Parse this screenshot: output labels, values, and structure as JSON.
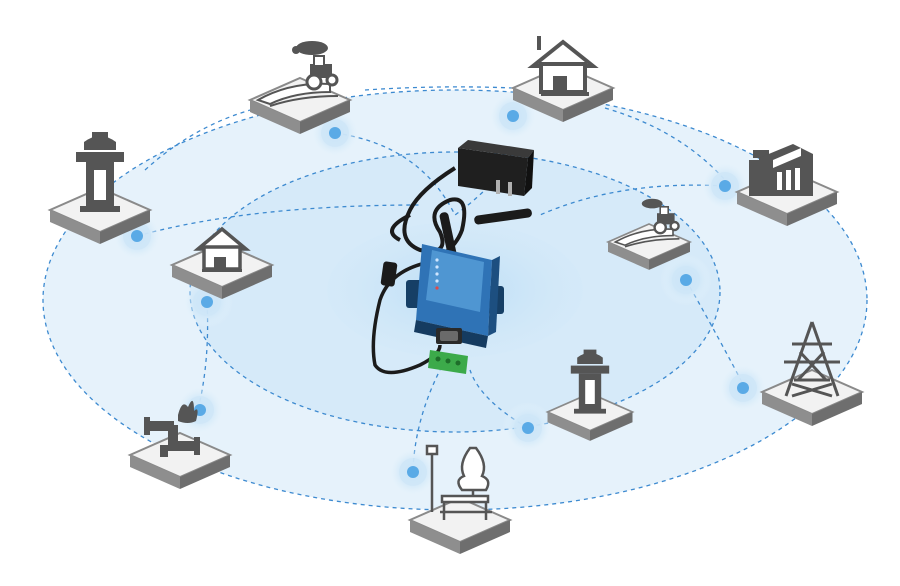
{
  "colors": {
    "background": "#ffffff",
    "halo_outer": "#e3f1fb",
    "halo_mid": "#cfe7f8",
    "halo_inner": "#b8dcf5",
    "link_line": "#3d8ad0",
    "node_dot": "#64b2ea",
    "icon_gray": "#555555",
    "tile_top": "#f1f1f1",
    "tile_side": "#7a7a7a",
    "device_body": "#1c5d9c",
    "device_face": "#3e86c8",
    "terminal_green": "#3caa4a",
    "adapter_black": "#1b1b1b"
  },
  "device": {
    "panel_text": "",
    "brand_text": ""
  },
  "nodes": [
    {
      "name": "farm-tractor-top",
      "icon": "tractor-field-icon"
    },
    {
      "name": "house-top",
      "icon": "house-icon"
    },
    {
      "name": "hydrant-left",
      "icon": "fire-hydrant-icon"
    },
    {
      "name": "house-left",
      "icon": "house-icon"
    },
    {
      "name": "factory-right",
      "icon": "factory-icon"
    },
    {
      "name": "farm-tractor-right",
      "icon": "tractor-field-icon"
    },
    {
      "name": "hydrant-center",
      "icon": "fire-hydrant-icon"
    },
    {
      "name": "pylon-right",
      "icon": "power-tower-icon"
    },
    {
      "name": "pipe-fire-left",
      "icon": "pipe-fire-icon"
    },
    {
      "name": "park-bench-bottom",
      "icon": "park-bench-icon"
    }
  ]
}
